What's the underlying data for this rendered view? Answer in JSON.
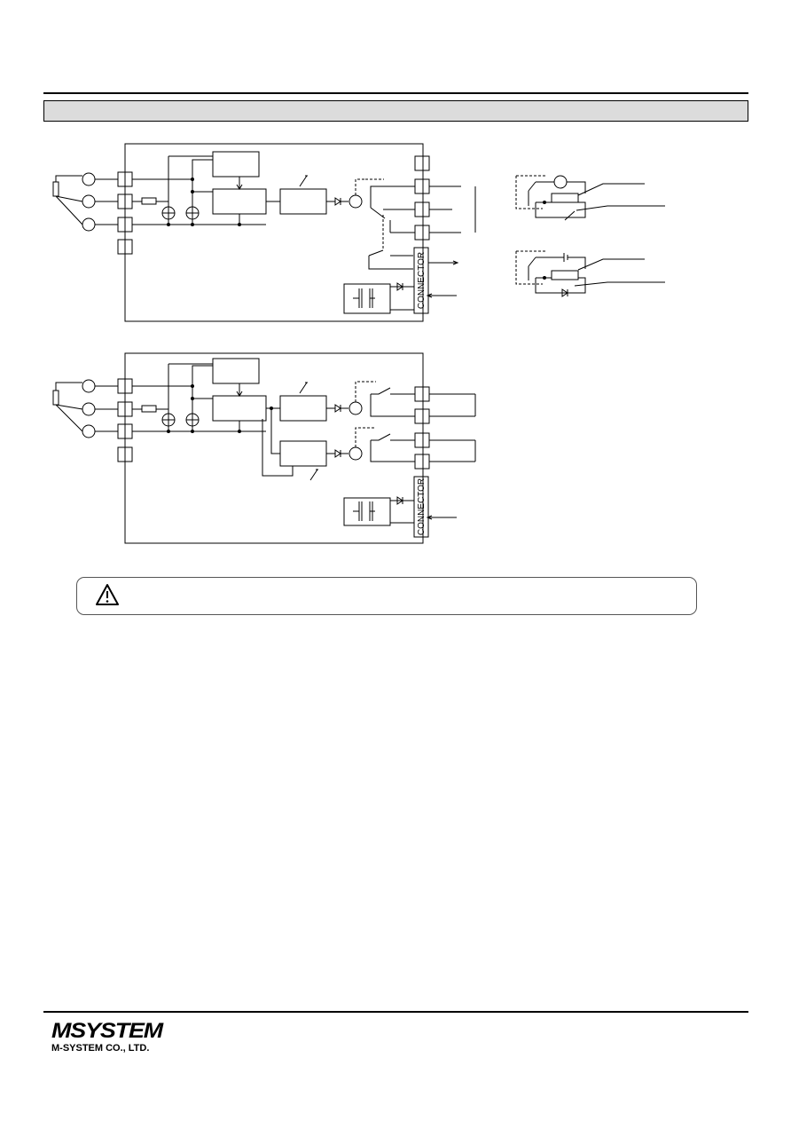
{
  "diagram1": {
    "connector_label": "CONNECTOR"
  },
  "diagram2": {
    "connector_label": "CONNECTOR"
  },
  "warning": {
    "icon": "warning-triangle-icon"
  },
  "footer": {
    "logo_text": "MSYSTEM",
    "company": "M-SYSTEM CO., LTD."
  }
}
